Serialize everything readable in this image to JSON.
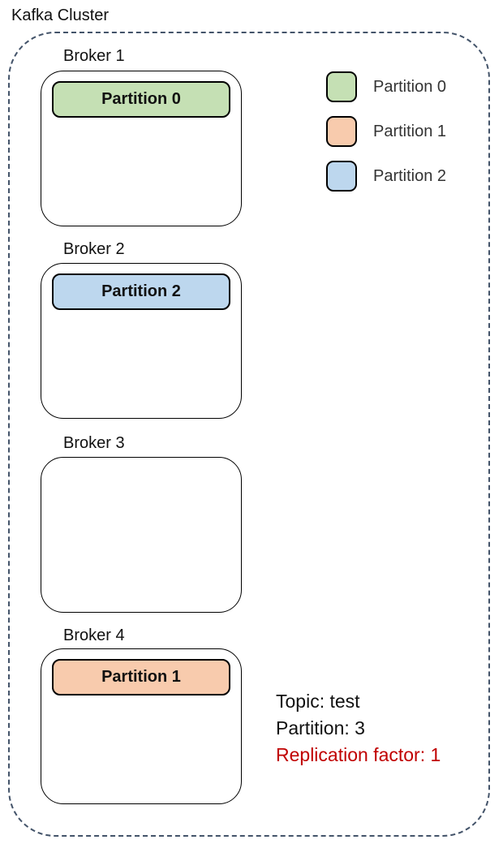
{
  "title": "Kafka Cluster",
  "colors": {
    "partition0": "#C5E0B4",
    "partition1": "#F8CBAD",
    "partition2": "#BDD7EE",
    "cluster_border": "#44546A",
    "replication_text": "#C00000"
  },
  "brokers": [
    {
      "label": "Broker 1",
      "partition": "Partition 0"
    },
    {
      "label": "Broker 2",
      "partition": "Partition 2"
    },
    {
      "label": "Broker 3",
      "partition": ""
    },
    {
      "label": "Broker 4",
      "partition": "Partition 1"
    }
  ],
  "legend": [
    {
      "label": "Partition 0",
      "color": "#C5E0B4"
    },
    {
      "label": "Partition 1",
      "color": "#F8CBAD"
    },
    {
      "label": "Partition 2",
      "color": "#BDD7EE"
    }
  ],
  "info": {
    "topic": "Topic: test",
    "partition": "Partition: 3",
    "replication": "Replication factor: 1"
  }
}
